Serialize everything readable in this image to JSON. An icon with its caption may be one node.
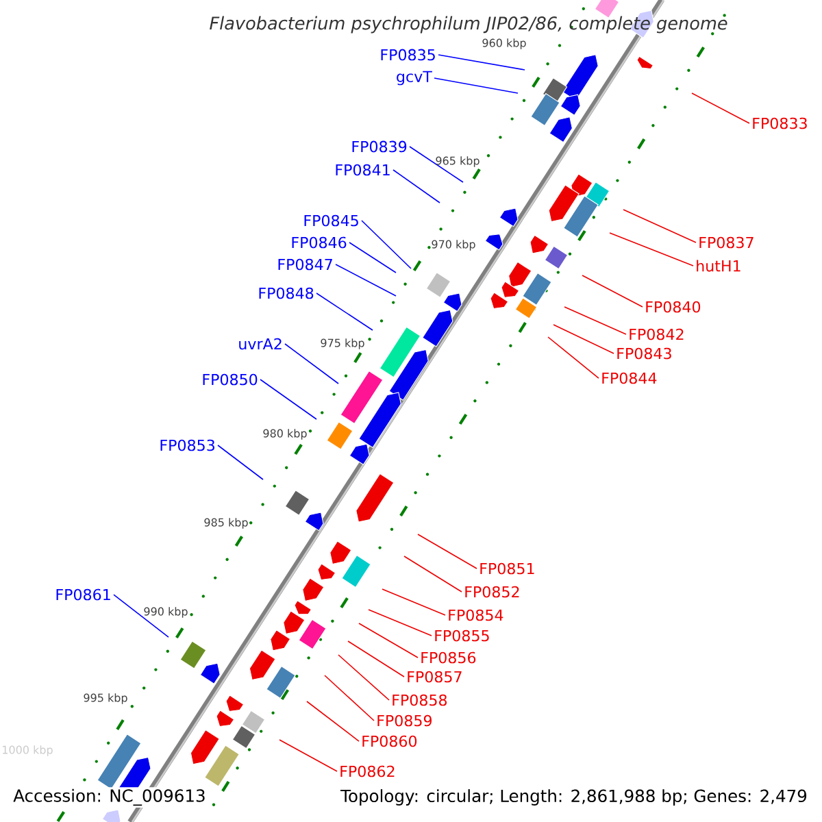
{
  "diagram": {
    "title": "Flavobacterium psychrophilum JIP02/86, complete genome",
    "nodes": [
      {
        "text": [
          "FP0835"
        ]
      },
      {
        "text": [
          "gcvT"
        ]
      },
      {
        "text": [
          "FP0833"
        ]
      },
      {
        "text": [
          "FP0839"
        ]
      },
      {
        "text": [
          "FP0841"
        ]
      },
      {
        "text": [
          "FP0845"
        ]
      },
      {
        "text": [
          "FP0846"
        ]
      },
      {
        "text": [
          "FP0837"
        ]
      },
      {
        "text": [
          "FP0847"
        ]
      },
      {
        "text": [
          "hutH1"
        ]
      },
      {
        "text": [
          "FP0848"
        ]
      },
      {
        "text": [
          "FP0840"
        ]
      },
      {
        "text": [
          "FP0842"
        ]
      },
      {
        "text": [
          "uvrA2"
        ]
      },
      {
        "text": [
          "FP0843"
        ]
      },
      {
        "text": [
          "FP0844"
        ]
      },
      {
        "text": [
          "FP0850"
        ]
      },
      {
        "text": [
          "FP0853"
        ]
      },
      {
        "text": [
          "FP0851"
        ]
      },
      {
        "text": [
          "FP0852"
        ]
      },
      {
        "text": [
          "FP0861"
        ]
      },
      {
        "text": [
          "FP0854"
        ]
      },
      {
        "text": [
          "FP0855"
        ]
      },
      {
        "text": [
          "FP0856"
        ]
      },
      {
        "text": [
          "FP0857"
        ]
      },
      {
        "text": [
          "FP0858"
        ]
      },
      {
        "text": [
          "FP0859"
        ]
      },
      {
        "text": [
          "FP0860"
        ]
      },
      {
        "text": [
          "FP0862"
        ]
      }
    ],
    "edges": [
      {
        "from": 0,
        "to": null,
        "arrow": "none",
        "color": "#0000ff"
      },
      {
        "from": 1,
        "to": null,
        "arrow": "none",
        "color": "#0000ff"
      },
      {
        "from": 2,
        "to": null,
        "arrow": "none"
      },
      {
        "from": 3,
        "to": null,
        "arrow": "none",
        "color": "#0000ff"
      },
      {
        "from": 4,
        "to": null,
        "arrow": "none",
        "color": "#0000ff"
      },
      {
        "from": 5,
        "to": null,
        "arrow": "none",
        "color": "#0000ff"
      },
      {
        "from": 6,
        "to": null,
        "arrow": "none",
        "color": "#0000ff"
      },
      {
        "from": 7,
        "to": null,
        "arrow": "none"
      },
      {
        "from": 8,
        "to": null,
        "arrow": "none",
        "color": "#0000ff"
      },
      {
        "from": 9,
        "to": null,
        "arrow": "none"
      },
      {
        "from": 10,
        "to": null,
        "arrow": "none",
        "color": "#0000ff"
      },
      {
        "from": 11,
        "to": null,
        "arrow": "none"
      },
      {
        "from": 12,
        "to": null,
        "arrow": "none"
      },
      {
        "from": 13,
        "to": null,
        "arrow": "none",
        "color": "#0000ff"
      },
      {
        "from": 14,
        "to": null,
        "arrow": "none"
      },
      {
        "from": 15,
        "to": null,
        "arrow": "none"
      },
      {
        "from": 16,
        "to": null,
        "arrow": "none",
        "color": "#0000ff"
      },
      {
        "from": 17,
        "to": null,
        "arrow": "none",
        "color": "#0000ff"
      },
      {
        "from": 18,
        "to": null,
        "arrow": "none"
      },
      {
        "from": 19,
        "to": null,
        "arrow": "none"
      },
      {
        "from": 20,
        "to": null,
        "arrow": "none",
        "color": "#0000ff"
      },
      {
        "from": 21,
        "to": null,
        "arrow": "none"
      },
      {
        "from": 22,
        "to": null,
        "arrow": "none"
      },
      {
        "from": 23,
        "to": null,
        "arrow": "none"
      },
      {
        "from": 24,
        "to": null,
        "arrow": "none"
      },
      {
        "from": 25,
        "to": null,
        "arrow": "none"
      },
      {
        "from": 26,
        "to": null,
        "arrow": "none"
      },
      {
        "from": 27,
        "to": null,
        "arrow": "none"
      },
      {
        "from": 28,
        "to": null,
        "arrow": "none"
      }
    ],
    "labels": [
      "960 kbp",
      "965 kbp",
      "970 kbp",
      "975 kbp",
      "980 kbp",
      "985 kbp",
      "990 kbp",
      "995 kbp",
      "1000 kbp",
      "Accession: NC_009613",
      "Topology: circular; Length: 2,861,988 bp; Genes: 2,479"
    ]
  }
}
